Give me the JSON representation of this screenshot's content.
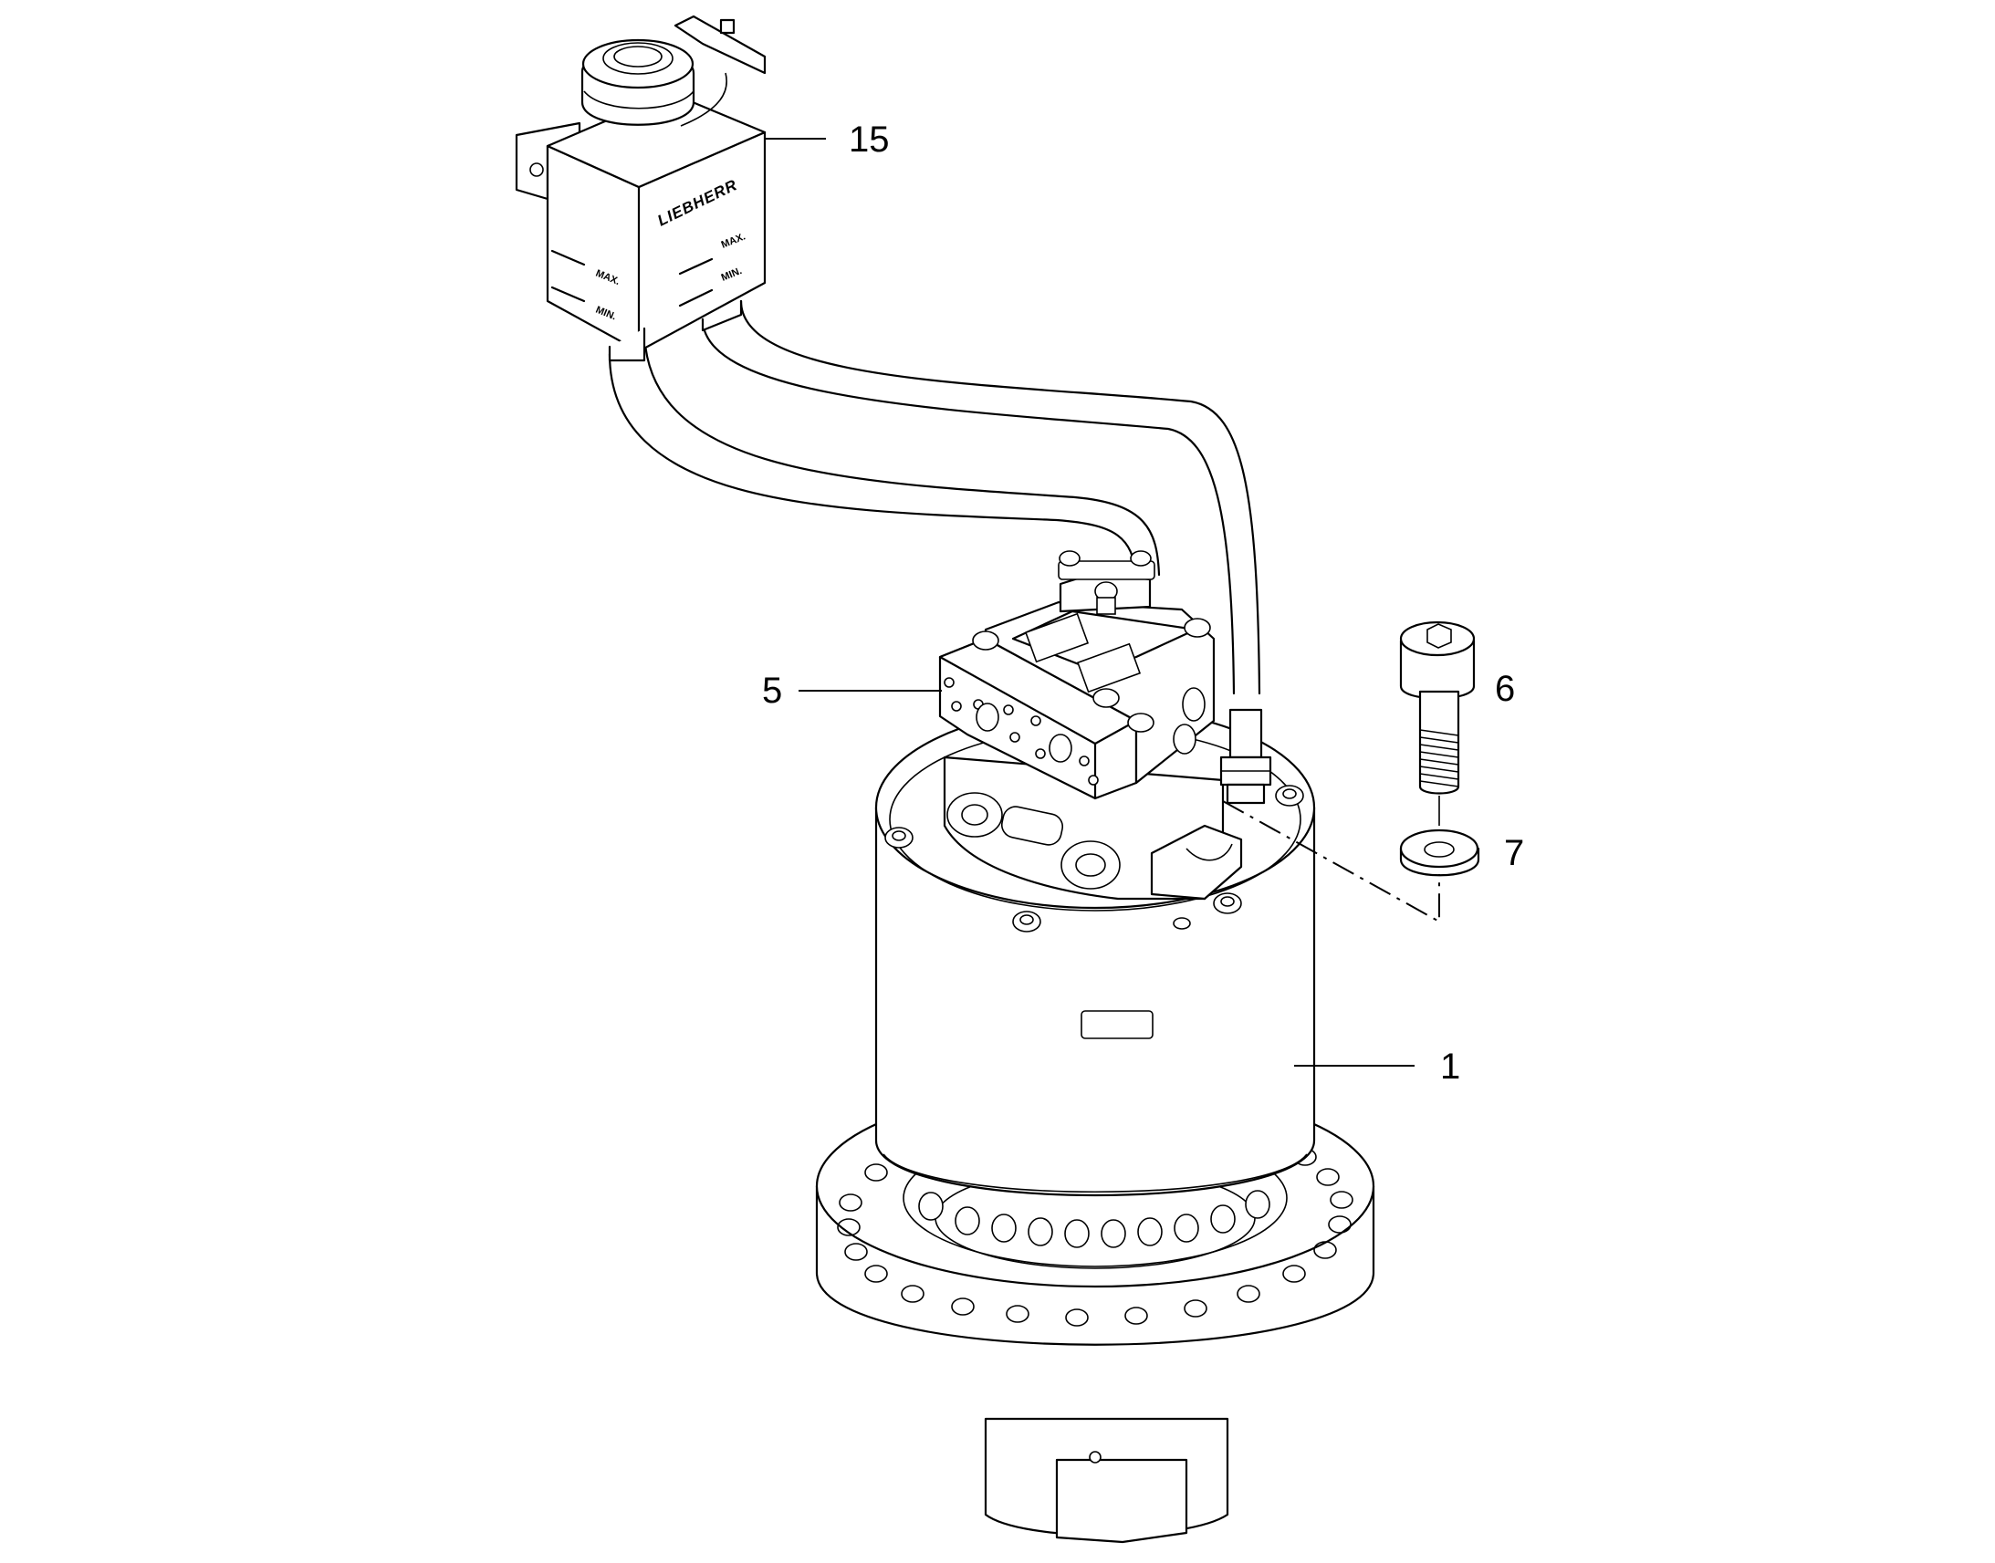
{
  "callouts": {
    "c15": "15",
    "c5": "5",
    "c6": "6",
    "c7": "7",
    "c1": "1"
  },
  "reservoir": {
    "brand": "LIEBHERR",
    "side_max": "MAX.",
    "side_min": "MIN.",
    "front_max": "MAX.",
    "front_min": "MIN."
  }
}
